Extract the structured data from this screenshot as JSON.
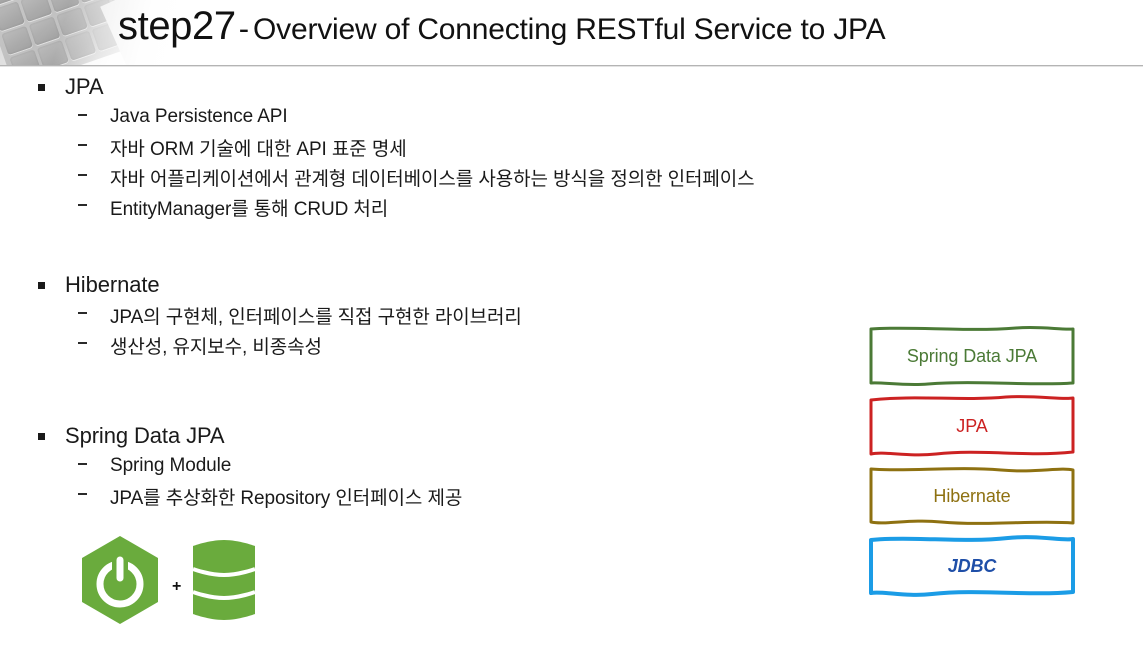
{
  "header": {
    "title_step": "step27",
    "title_dash": "-",
    "title_rest": "Overview of Connecting RESTful Service to JPA",
    "decoration_icon": "laptop-keyboard-image"
  },
  "content": {
    "groups": [
      {
        "heading": "JPA",
        "items": [
          "Java Persistence API",
          "자바 ORM 기술에 대한 API 표준 명세",
          "자바 어플리케이션에서 관계형 데이터베이스를 사용하는 방식을 정의한 인터페이스",
          "EntityManager를 통해 CRUD 처리"
        ]
      },
      {
        "heading": "Hibernate",
        "items": [
          "JPA의 구현체, 인터페이스를 직접 구현한 라이브러리",
          "생산성, 유지보수, 비종속성"
        ]
      },
      {
        "heading": "Spring Data JPA",
        "items": [
          "Spring Module",
          "JPA를 추상화한 Repository 인터페이스 제공"
        ]
      }
    ]
  },
  "logos": {
    "spring_boot_icon": "spring-boot-leaf-hexagon-icon",
    "plus": "+",
    "database_icon": "database-cylinder-icon",
    "color": "#6aab3d"
  },
  "stack_diagram": {
    "boxes": [
      {
        "label": "Spring Data JPA",
        "color": "#4b7a36"
      },
      {
        "label": "JPA",
        "color": "#cc2222"
      },
      {
        "label": "Hibernate",
        "color": "#8e7111"
      },
      {
        "label": "JDBC",
        "color": "#1b9ce6"
      }
    ]
  }
}
